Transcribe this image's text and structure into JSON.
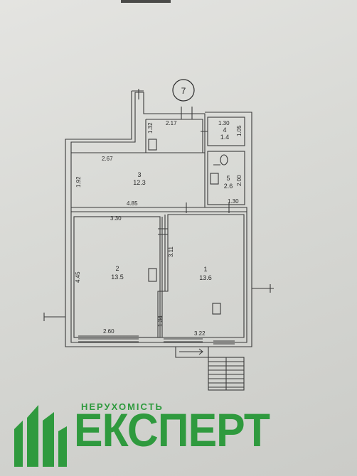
{
  "floor_plan": {
    "marker": "7",
    "dimensions": {
      "d_217": "2.17",
      "d_132": "1.32",
      "d_130_top": "1.30",
      "d_105": "1.05",
      "d_267": "2.67",
      "d_192": "1.92",
      "d_485": "4.85",
      "d_200": "2.00",
      "d_130_mid": "1.30",
      "d_330": "3.30",
      "d_311": "3.11",
      "d_445": "4.45",
      "d_134": "1.34",
      "d_260": "2.60",
      "d_322": "3.22"
    },
    "rooms": [
      {
        "number": "1",
        "area": "13.6"
      },
      {
        "number": "2",
        "area": "13.5"
      },
      {
        "number": "3",
        "area": "12.3"
      },
      {
        "number": "4",
        "area": "1.4"
      },
      {
        "number": "5",
        "area": "2.6"
      }
    ]
  },
  "logo": {
    "tagline": "НЕРУХОМІСТЬ",
    "name": "ЕКСПЕРТ",
    "color": "#2f9a3e"
  }
}
